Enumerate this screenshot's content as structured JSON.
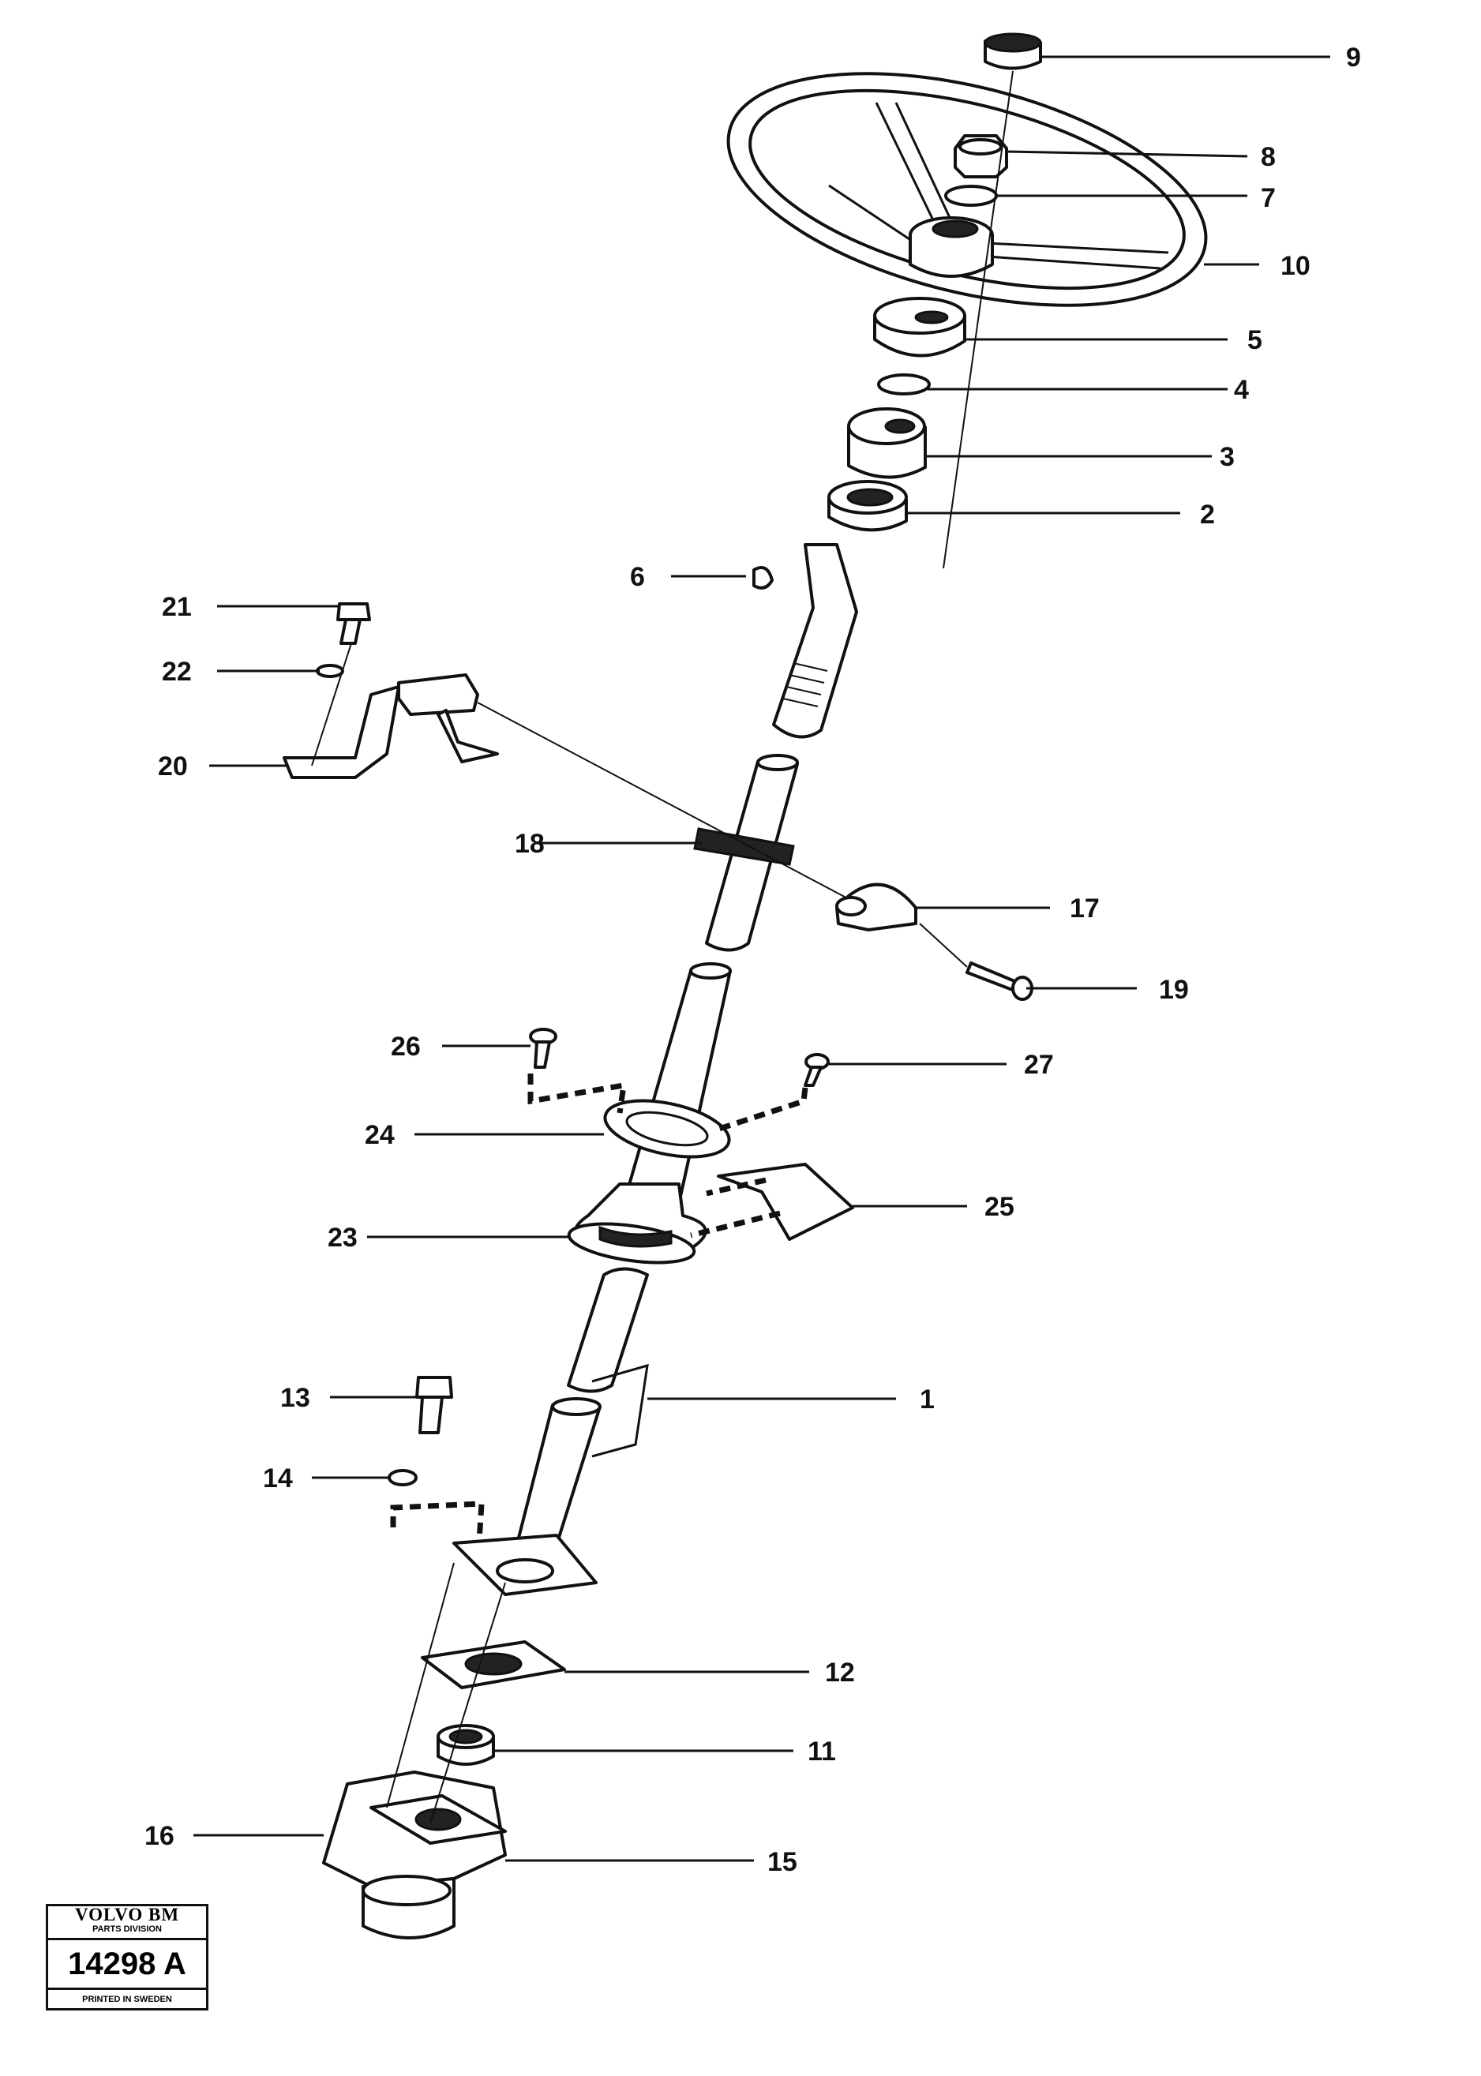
{
  "labels": {
    "l1": "1",
    "l2": "2",
    "l3": "3",
    "l4": "4",
    "l5": "5",
    "l6": "6",
    "l7": "7",
    "l8": "8",
    "l9": "9",
    "l10": "10",
    "l11": "11",
    "l12": "12",
    "l13": "13",
    "l14": "14",
    "l15": "15",
    "l16": "16",
    "l17": "17",
    "l18": "18",
    "l19": "19",
    "l20": "20",
    "l21": "21",
    "l22": "22",
    "l23": "23",
    "l24": "24",
    "l25": "25",
    "l26": "26",
    "l27": "27"
  },
  "stamp": {
    "brand": "VOLVO BM",
    "division": "PARTS DIVISION",
    "number": "14298 A",
    "printed": "PRINTED IN SWEDEN"
  }
}
